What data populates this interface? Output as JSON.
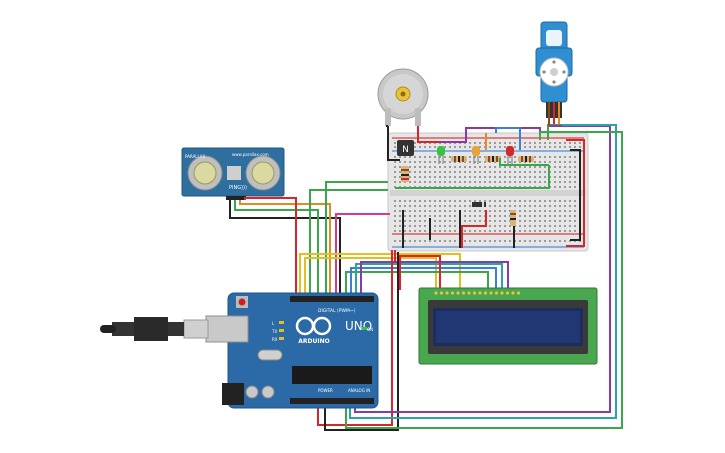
{
  "colors": {
    "board": "#2b6aa6",
    "board_dark": "#1f5488",
    "breadboard": "#e3e3e3",
    "lcd_pcb": "#49a84f",
    "lcd_glass": "#1d2d5e",
    "sensor": "#2f6f9f",
    "servo": "#2f8fd0",
    "wire_red": "#d7262b",
    "wire_black": "#222222",
    "wire_green": "#3aa84a",
    "wire_yellow": "#e3c021",
    "wire_orange": "#e38a21",
    "wire_blue": "#3d7fd6",
    "wire_purple": "#8a3aa8",
    "wire_pink": "#d63a8a",
    "wire_teal": "#2aa5a5"
  },
  "arduino": {
    "model": "UNO",
    "brand": "ARDUINO",
    "digital_header": "DIGITAL (PWM~)",
    "power_header": "POWER",
    "analog_header": "ANALOG IN",
    "tx": "TX",
    "rx": "RX",
    "l": "L",
    "on": "ON"
  },
  "sensor": {
    "name": "PING)))",
    "maker": "PARALLAX",
    "brand": "www.parallax.com"
  },
  "transistor": {
    "label": "N"
  }
}
